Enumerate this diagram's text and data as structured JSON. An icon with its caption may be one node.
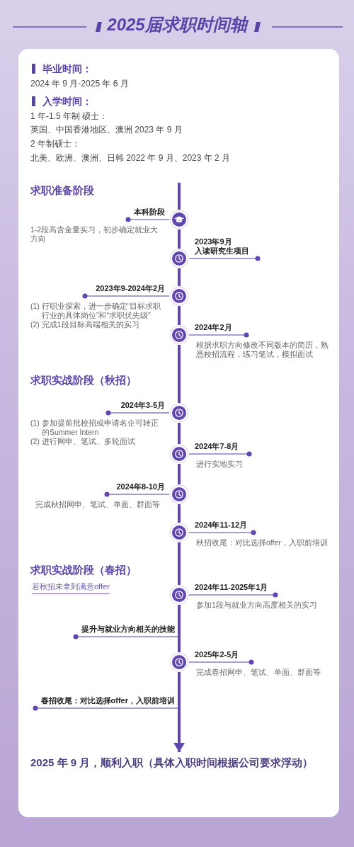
{
  "diagram": {
    "title": "2025届求职时间轴",
    "nodes": [
      {
        "text": [
          "本科阶段"
        ],
        "beside": [
          "1-2段高含金量实习，初步确定就业大方向"
        ]
      },
      {
        "text": [],
        "shape": "circle"
      },
      {
        "text": [
          "2023年9月",
          "入读研究生项目"
        ]
      },
      {
        "text": [],
        "shape": "circle"
      },
      {
        "text": [
          "2023年9-2024年2月"
        ],
        "beside": [
          "(1) 行职业探索，进一步确定“目标求职行业的具体岗位”和“求职优先级”",
          "(2) 完成1段目标高端相关的实习"
        ]
      },
      {
        "text": [],
        "shape": "circle"
      },
      {
        "text": [
          "2024年2月"
        ],
        "beside": [
          "根据求职方向修改不同版本的简历，熟悉校招流程，练习笔试，模拟面试"
        ]
      },
      {
        "text": [],
        "shape": "circle"
      },
      {
        "text": [
          "2024年3-5月"
        ],
        "beside": [
          "(1) 参加提前批校招或申请名企可转正的Summer Intern",
          "(2) 进行网申、笔试、多轮面试"
        ]
      },
      {
        "text": [],
        "shape": "circle"
      },
      {
        "text": [
          "2024年7-8月"
        ],
        "beside": [
          "进行实地实习"
        ]
      },
      {
        "text": [],
        "shape": "circle"
      },
      {
        "text": [
          "2024年8-10月"
        ],
        "beside": [
          "完成秋招网申、笔试、单面、群面等"
        ]
      },
      {
        "text": [],
        "shape": "circle"
      },
      {
        "text": [
          "2024年11-12月"
        ],
        "beside": [
          "秋招收尾：对比选择offer，入职前培训"
        ]
      },
      {
        "text": [],
        "shape": "circle"
      },
      {
        "text": [
          "2024年11-2025年1月"
        ],
        "beside": [
          "参加1段与就业方向高度相关的实习"
        ]
      },
      {
        "text": [],
        "shape": "circle"
      },
      {
        "text": [
          "提升与就业方向相关的技能"
        ]
      },
      {
        "text": [
          "2025年2-5月"
        ],
        "beside": [
          "完成春招网申、笔试、单面、群面等"
        ]
      },
      {
        "text": [],
        "shape": "circle"
      },
      {
        "text": [
          "春招收尾：对比选择offer，入职前培训"
        ]
      },
      {
        "text": [
          "2025 年 9 月，顺利入职（具体入职时间根据公司要求浮动）"
        ]
      }
    ],
    "edges": [
      {
        "from": 0,
        "to": 1,
        "arrow": "other"
      },
      {
        "from": 2,
        "to": 3,
        "arrow": "other"
      },
      {
        "from": 4,
        "to": 5,
        "arrow": "other"
      },
      {
        "from": 6,
        "to": 7,
        "arrow": "other"
      },
      {
        "from": 8,
        "to": 9,
        "arrow": "other"
      },
      {
        "from": 10,
        "to": 11,
        "arrow": "other"
      },
      {
        "from": 12,
        "to": 13,
        "arrow": "other"
      },
      {
        "from": 14,
        "to": 15,
        "arrow": "other"
      },
      {
        "from": 16,
        "to": 17,
        "arrow": "other"
      },
      {
        "from": 18,
        "to": null,
        "arrow": "other"
      },
      {
        "from": 19,
        "to": 20,
        "arrow": "other"
      },
      {
        "from": 21,
        "to": null,
        "arrow": "other"
      },
      {
        "from": null,
        "to": 1,
        "arrow": "none",
        "style": "thick",
        "color": "#6246b0"
      },
      {
        "from": 1,
        "to": 3,
        "arrow": "none",
        "style": "thick",
        "color": "#6246b0"
      },
      {
        "from": 3,
        "to": 5,
        "arrow": "none",
        "style": "thick",
        "color": "#6246b0"
      },
      {
        "from": 5,
        "to": 7,
        "arrow": "none",
        "style": "thick",
        "color": "#6246b0"
      },
      {
        "from": 7,
        "to": 9,
        "arrow": "none",
        "style": "thick",
        "color": "#6246b0"
      },
      {
        "from": 9,
        "to": 11,
        "arrow": "none",
        "style": "thick",
        "color": "#6246b0"
      },
      {
        "from": 11,
        "to": 13,
        "arrow": "none",
        "style": "thick",
        "color": "#6246b0"
      },
      {
        "from": 13,
        "to": 15,
        "arrow": "none",
        "style": "thick",
        "color": "#6246b0"
      },
      {
        "from": 15,
        "to": 17,
        "arrow": "none",
        "style": "thick",
        "color": "#6246b0"
      },
      {
        "from": 17,
        "to": 20,
        "arrow": "none",
        "style": "thick",
        "color": "#6246b0"
      },
      {
        "from": 20,
        "to": 22,
        "arrow": "to",
        "style": "thick",
        "color": "#6246b0"
      }
    ],
    "labels": [
      "毕业时间：",
      "2024 年 9 月-2025 年 6 月",
      "入学时间：",
      "1 年-1.5 年制 硕士：",
      "英国、中国香港地区、澳洲 2023 年 9 月",
      "2 年制硕士：",
      "北美、欧洲、澳洲、日韩 2022 年 9 月、2023 年 2 月",
      "求职准备阶段",
      "求职实战阶段（秋招）",
      "求职实战阶段（春招）",
      "若秋招未拿到满意offer"
    ]
  }
}
